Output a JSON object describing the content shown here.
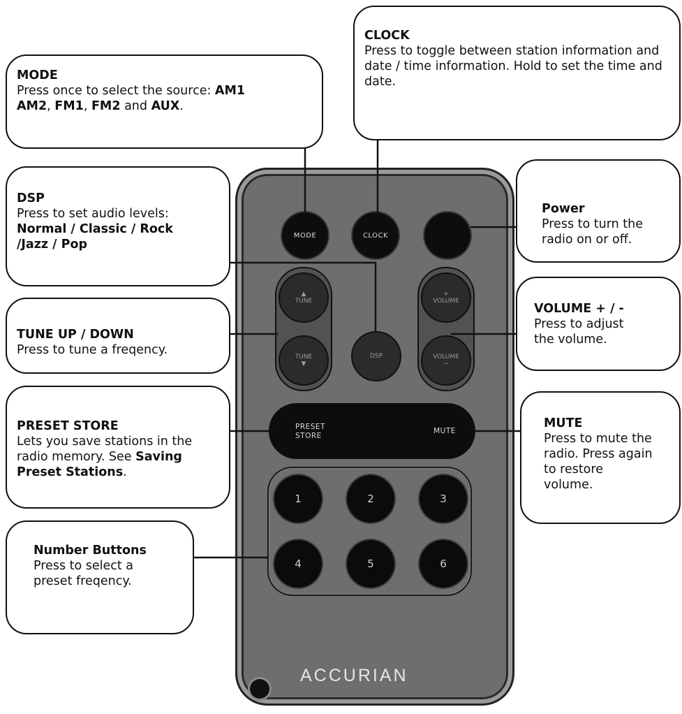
{
  "callouts": {
    "mode": {
      "title": "MODE",
      "lead": "Press once to select the source: ",
      "am1": "AM1",
      "sep1": ", ",
      "am2": "AM2",
      "sep2": ", ",
      "fm1": "FM1",
      "sep3": ", ",
      "fm2": "FM2",
      "and": " and ",
      "aux": "AUX",
      "end": "."
    },
    "clock": {
      "title": "CLOCK",
      "body": "Press to toggle between station information and date / time information. Hold to set the time and date."
    },
    "power": {
      "title": "Power",
      "body": "Press to turn the radio on or off."
    },
    "dsp": {
      "title": "DSP",
      "lead": "Press to set audio levels:",
      "levels": "Normal / Classic / Rock /Jazz / Pop"
    },
    "tune": {
      "title": "TUNE UP / DOWN",
      "body": "Press to tune a freqency."
    },
    "volume": {
      "title": "VOLUME + / -",
      "body": "Press to adjust the volume."
    },
    "preset": {
      "title": "PRESET STORE",
      "lead": "Lets you save stations in the radio memory. See ",
      "link": "Saving Preset Stations",
      "end": "."
    },
    "mute": {
      "title": "MUTE",
      "body": "Press to mute the radio. Press again to restore volume."
    },
    "numbers": {
      "title": "Number Buttons",
      "body": "Press to select a preset freqency."
    }
  },
  "remote": {
    "mode_label": "MODE",
    "clock_label": "CLOCK",
    "tune_up_label": "TUNE",
    "tune_down_label": "TUNE",
    "dsp_label": "DSP",
    "vol_up_label": "VOLUME",
    "vol_down_label": "VOLUME",
    "preset_line1": "PRESET",
    "preset_line2": "STORE",
    "mute_label": "MUTE",
    "numbers": [
      "1",
      "2",
      "3",
      "4",
      "5",
      "6"
    ],
    "brand": "ACCURIAN"
  }
}
